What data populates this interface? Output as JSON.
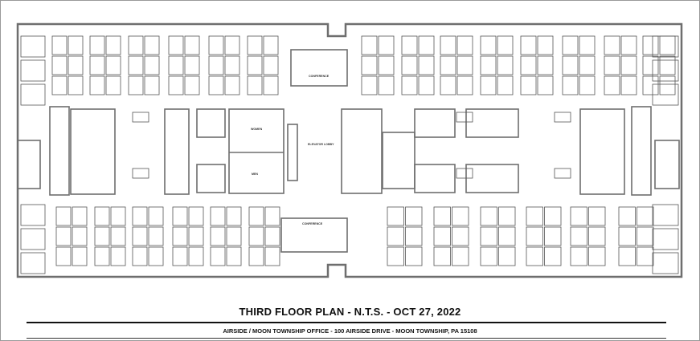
{
  "plan": {
    "title": "THIRD FLOOR PLAN  -  N.T.S. - OCT 27, 2022",
    "subtitle": "AIRSIDE / MOON TOWNSHIP OFFICE  -  100 AIRSIDE DRIVE  -  MOON TOWNSHIP, PA 15108",
    "room_labels": {
      "women": "WOMEN",
      "men": "MEN",
      "conference_top": "CONFERENCE",
      "conference_bottom": "CONFERENCE",
      "elevator_lobby": "ELEVATOR LOBBY"
    },
    "colors": {
      "walls": "#6e6e6e",
      "furniture": "#555555",
      "background": "#ffffff"
    }
  }
}
